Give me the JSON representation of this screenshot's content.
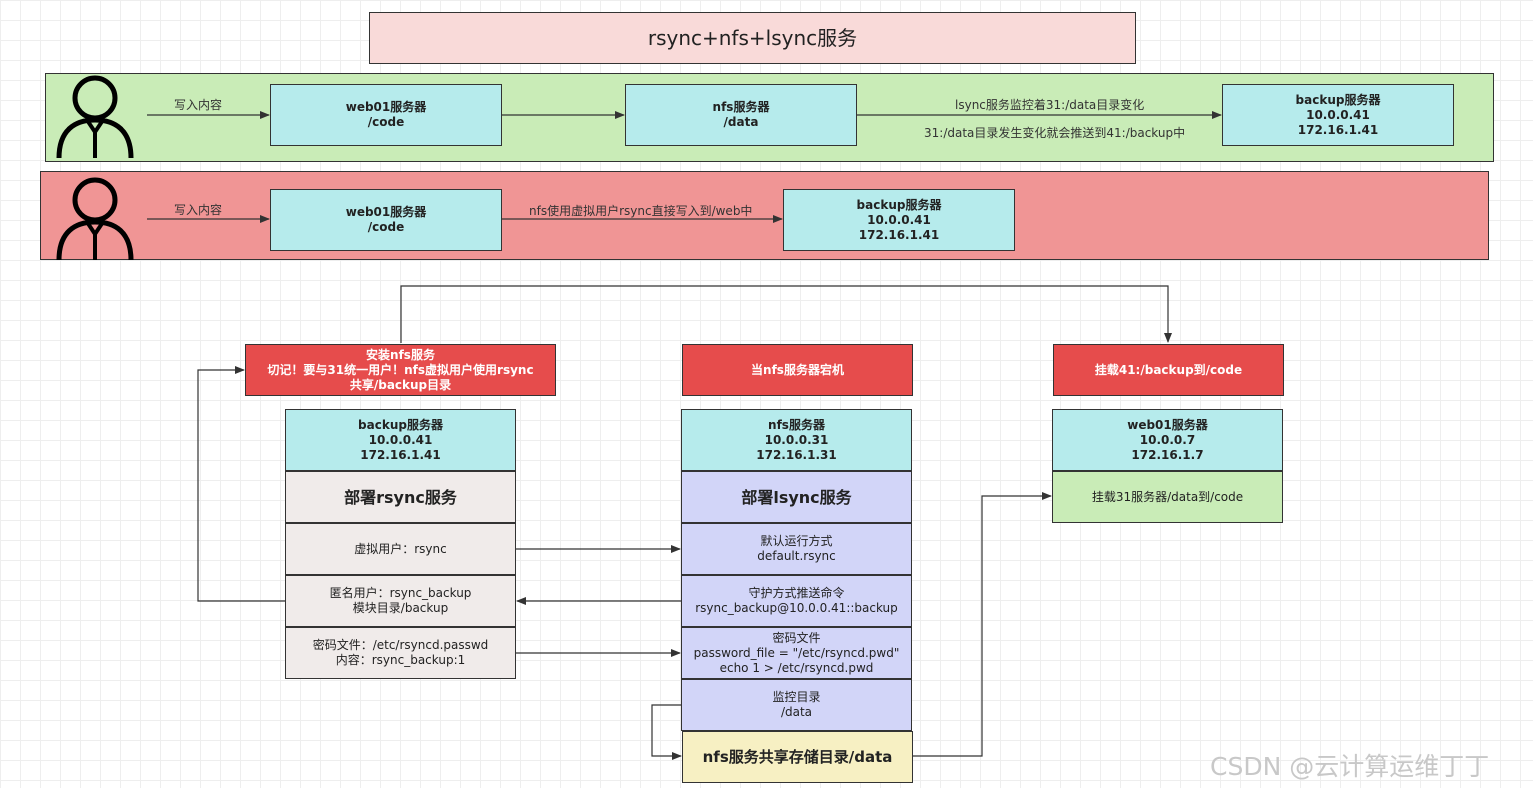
{
  "title": "rsync+nfs+lsync服务",
  "row1": {
    "write_label": "写入内容",
    "web01": "web01服务器\n/code",
    "nfs": "nfs服务器\n/data",
    "edge_label_top": "lsync服务监控着31:/data目录变化",
    "edge_label_bottom": "31:/data目录发生变化就会推送到41:/backup中",
    "backup": "backup服务器\n10.0.0.41\n172.16.1.41"
  },
  "row2": {
    "write_label": "写入内容",
    "web01": "web01服务器\n/code",
    "edge_label": "nfs使用虚拟用户rsync直接写入到/web中",
    "backup": "backup服务器\n10.0.0.41\n172.16.1.41"
  },
  "left": {
    "header": "安装nfs服务\n切记！要与31统一用户！nfs虚拟用户使用rsync\n共享/backup目录",
    "server": "backup服务器\n10.0.0.41\n172.16.1.41",
    "deploy": "部署rsync服务",
    "virtual_user": "虚拟用户：rsync",
    "anon_user": "匿名用户：rsync_backup\n模块目录/backup",
    "password_file": "密码文件：/etc/rsyncd.passwd\n内容：rsync_backup:1"
  },
  "middle": {
    "header": "当nfs服务器宕机",
    "server": "nfs服务器\n10.0.0.31\n172.16.1.31",
    "deploy": "部署lsync服务",
    "default_run": "默认运行方式\ndefault.rsync",
    "daemon_cmd": "守护方式推送命令\nrsync_backup@10.0.0.41::backup",
    "password": "密码文件\npassword_file = \"/etc/rsyncd.pwd\"\necho 1 > /etc/rsyncd.pwd",
    "monitor": "监控目录\n/data",
    "share": "nfs服务共享存储目录/data"
  },
  "right": {
    "header": "挂载41:/backup到/code",
    "server": "web01服务器\n10.0.0.7\n172.16.1.7",
    "mount": "挂载31服务器/data到/code"
  },
  "watermark": "CSDN @云计算运维丁丁",
  "colors": {
    "title_bg": "#f9dad9",
    "row1_bg": "#c9ecb7",
    "row2_bg": "#f09595",
    "cyan": "#b6ebec",
    "red": "#e64c4c",
    "lavender": "#d2d5f8",
    "gray": "#f0ebea",
    "yellow": "#f7f0c3"
  },
  "icons": {
    "person": "person-icon"
  }
}
